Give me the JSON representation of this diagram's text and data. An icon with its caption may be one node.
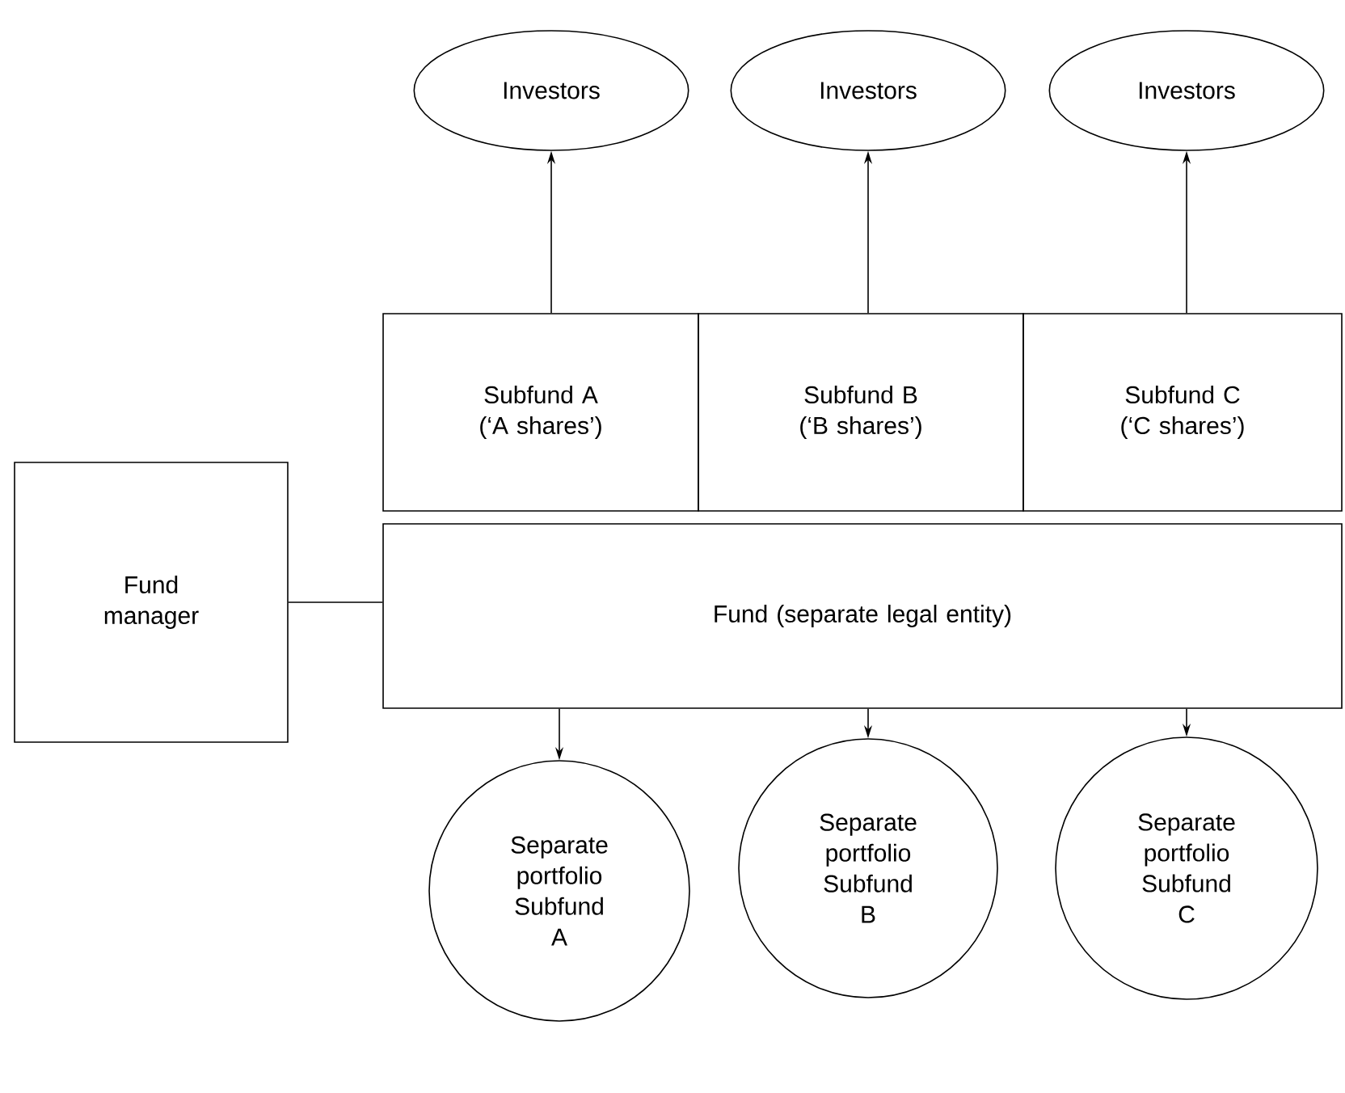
{
  "diagram": {
    "nodes": [
      {
        "text": [
          "Investors"
        ]
      },
      {
        "text": [
          "Investors"
        ]
      },
      {
        "text": [
          "Investors"
        ]
      },
      {
        "text": [
          "Subfund A (‘A shares’)"
        ]
      },
      {
        "text": [
          "Subfund B (‘B shares’)"
        ]
      },
      {
        "text": [
          "Subfund C (‘C shares’)"
        ]
      },
      {
        "text": [
          "Fund manager"
        ]
      },
      {
        "text": [
          "Fund (separate legal entity)"
        ]
      },
      {
        "text": [
          "Separate portfolio Subfund A"
        ]
      },
      {
        "text": [
          "Separate portfolio Subfund B"
        ]
      },
      {
        "text": [
          "Separate portfolio Subfund C"
        ]
      }
    ],
    "edges": [
      {
        "from": 3,
        "to": 0,
        "arrow": "to"
      },
      {
        "from": 4,
        "to": 1,
        "arrow": "to"
      },
      {
        "from": 5,
        "to": 2,
        "arrow": "to"
      },
      {
        "from": 7,
        "to": 8,
        "arrow": "to"
      },
      {
        "from": 7,
        "to": 9,
        "arrow": "to"
      },
      {
        "from": 7,
        "to": 10,
        "arrow": "to"
      },
      {
        "from": 6,
        "to": 7,
        "arrow": "none"
      }
    ]
  }
}
